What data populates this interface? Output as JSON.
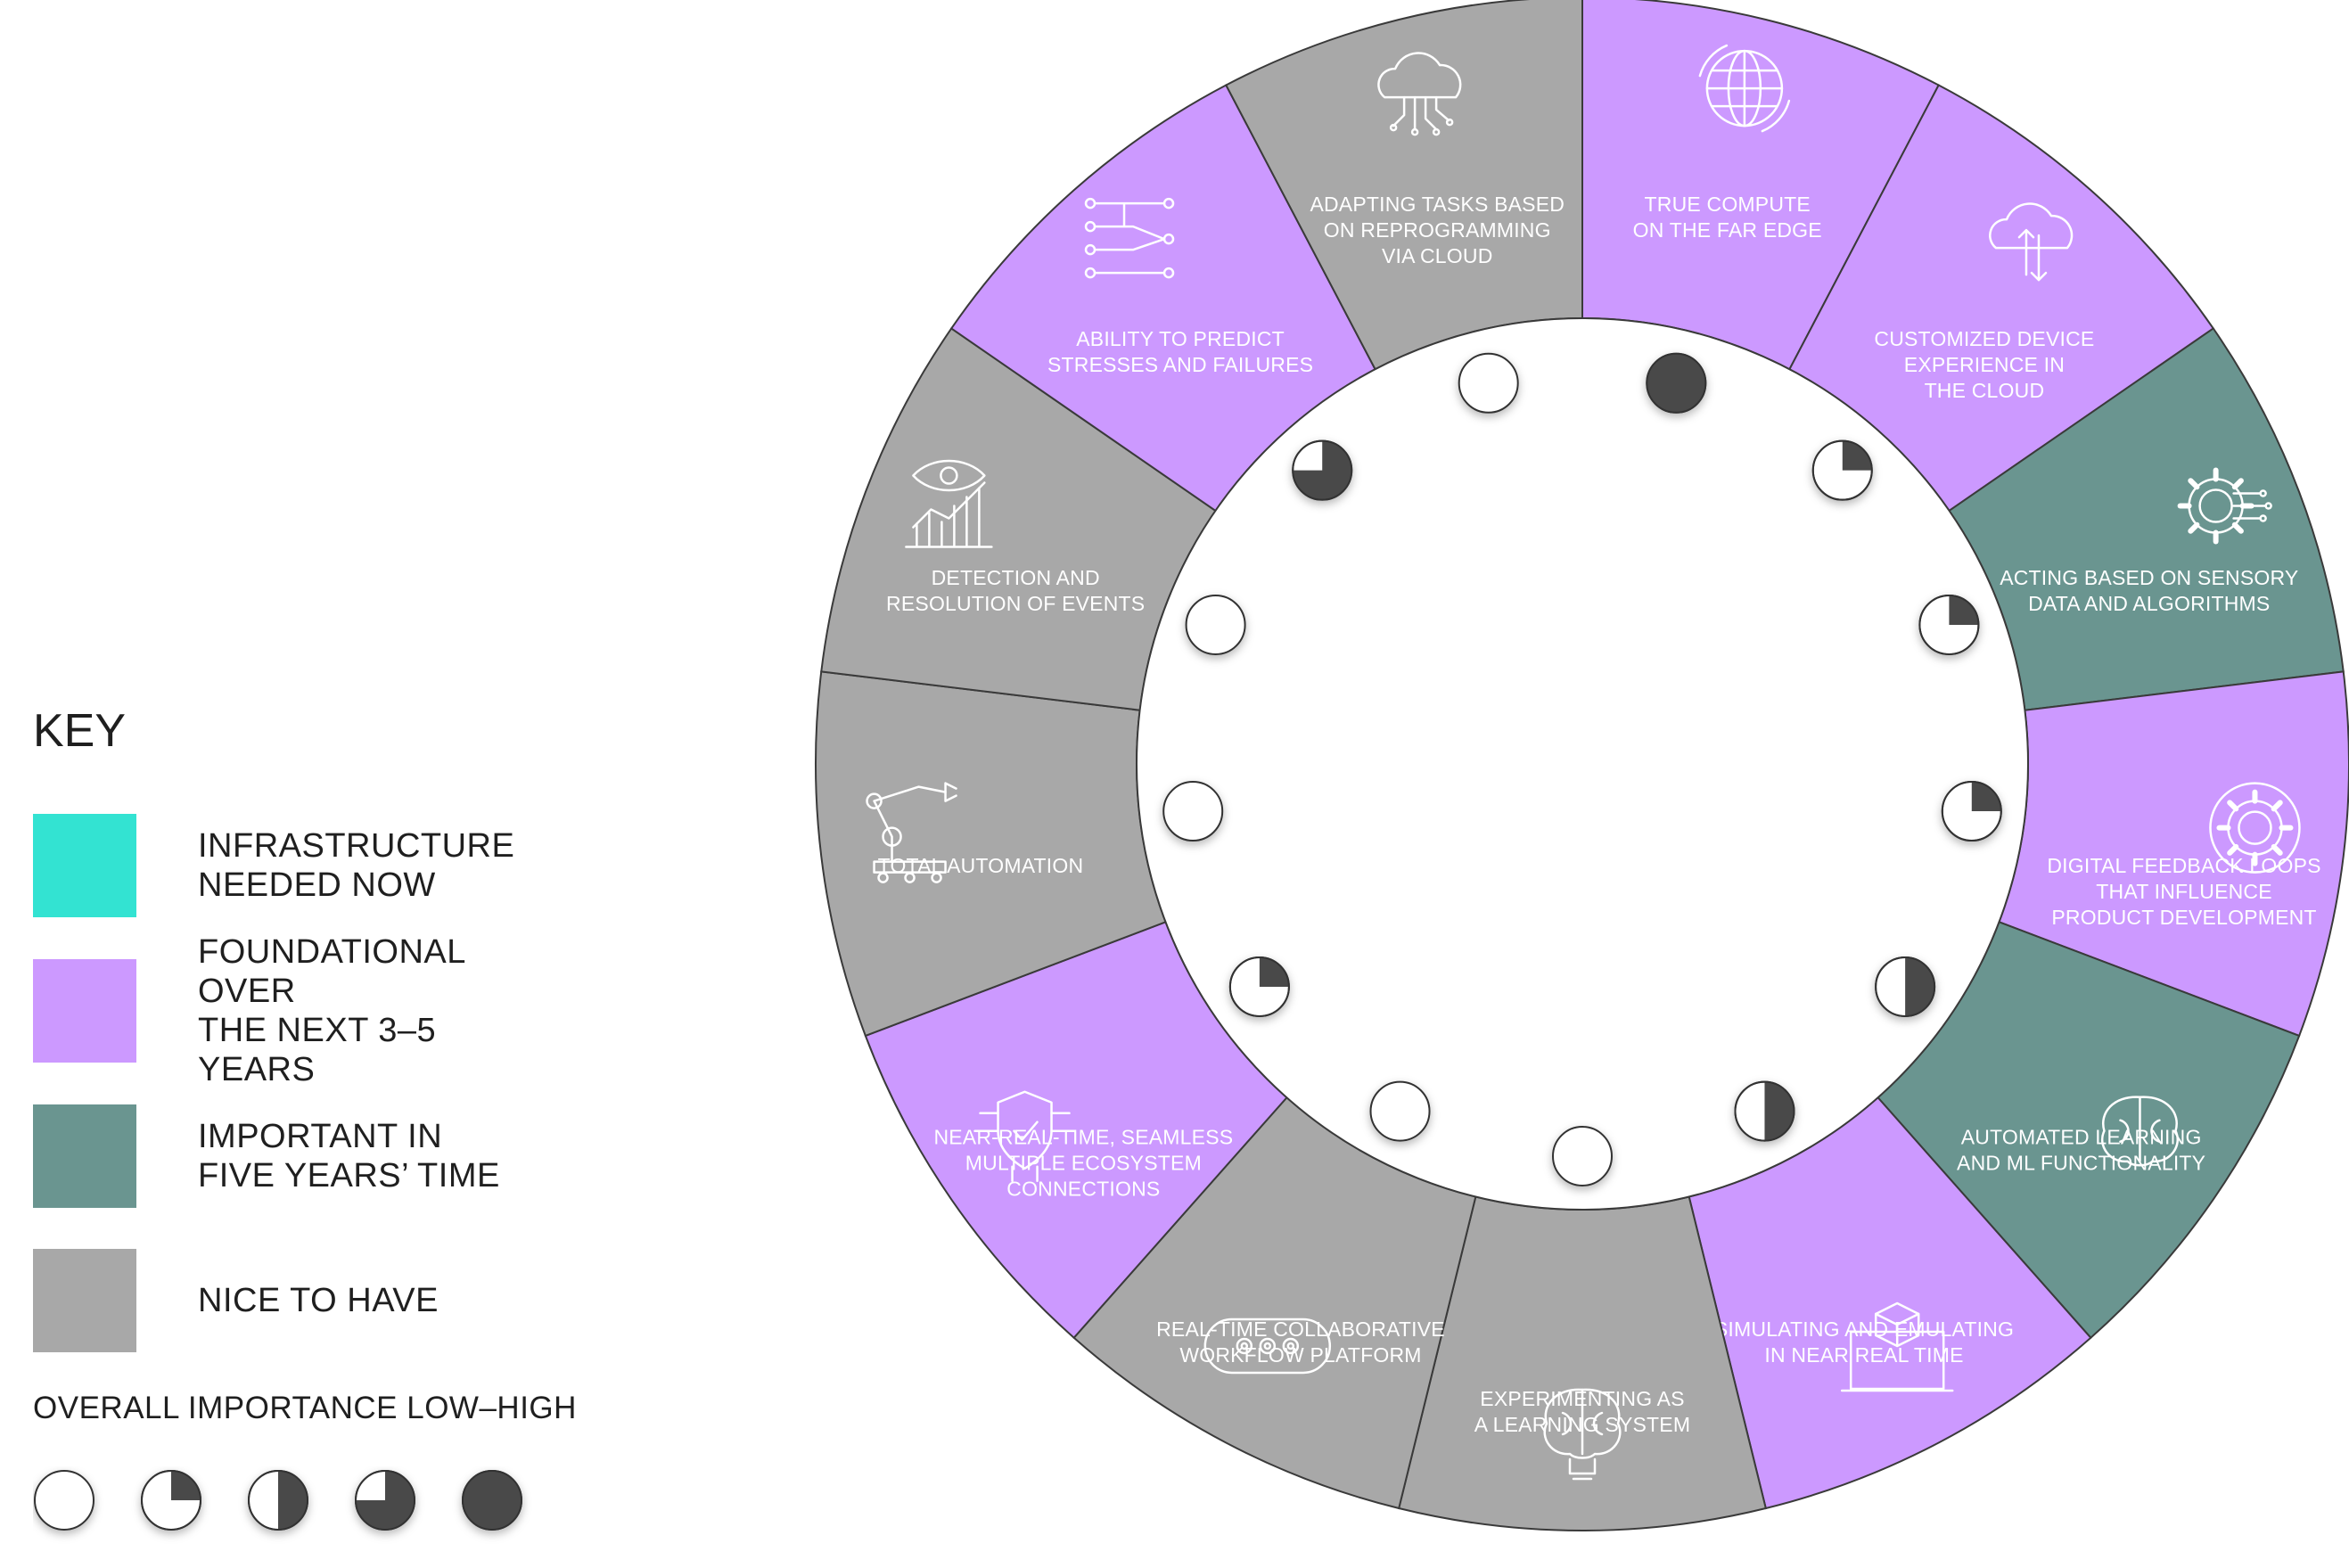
{
  "colors": {
    "infrastructure": "#33e3d2",
    "foundational": "#cc99ff",
    "important": "#6a9590",
    "nice": "#a8a8a8",
    "indicator_fill": "#4a4a4a",
    "indicator_bg": "#ffffff"
  },
  "key": {
    "title": "KEY",
    "items": [
      {
        "id": "infrastructure",
        "label": "INFRASTRUCTURE\nNEEDED NOW"
      },
      {
        "id": "foundational",
        "label": "FOUNDATIONAL OVER\nTHE NEXT 3–5 YEARS"
      },
      {
        "id": "important",
        "label": "IMPORTANT IN\nFIVE YEARS’ TIME"
      },
      {
        "id": "nice",
        "label": "NICE TO HAVE"
      }
    ],
    "importance_title": "OVERALL IMPORTANCE LOW–HIGH",
    "importance_levels": [
      0,
      0.25,
      0.5,
      0.75,
      1
    ]
  },
  "segments": [
    {
      "label": [
        "TRUE COMPUTE",
        "ON THE FAR EDGE"
      ],
      "category": "foundational",
      "icon": "globe-icon",
      "importance": 1
    },
    {
      "label": [
        "CUSTOMIZED  DEVICE",
        "EXPERIENCE IN",
        "THE CLOUD"
      ],
      "category": "foundational",
      "icon": "cloud-sync-icon",
      "importance": 0.25
    },
    {
      "label": [
        "ACTING BASED ON SENSORY",
        "DATA AND ALGORITHMS"
      ],
      "category": "important",
      "icon": "gear-circuit-icon",
      "importance": 0.25
    },
    {
      "label": [
        "DIGITAL FEEDBACK LOOPS",
        "THAT INFLUENCE",
        "PRODUCT DEVELOPMENT"
      ],
      "category": "foundational",
      "icon": "gear-loop-icon",
      "importance": 0.25
    },
    {
      "label": [
        "AUTOMATED LEARNING",
        "AND ML FUNCTIONALITY"
      ],
      "category": "important",
      "icon": "brain-icon",
      "importance": 0.5
    },
    {
      "label": [
        "SIMULATING AND EMULATING",
        "IN NEAR REAL TIME"
      ],
      "category": "foundational",
      "icon": "laptop-cube-icon",
      "importance": 0.5
    },
    {
      "label": [
        "EXPERIMENTING AS",
        "A LEARNING SYSTEM"
      ],
      "category": "nice",
      "icon": "lightbulb-brain-icon",
      "importance": 0
    },
    {
      "label": [
        "REAL-TIME COLLABORATIVE",
        "WORKFLOW PLATFORM"
      ],
      "category": "nice",
      "icon": "workflow-gears-icon",
      "importance": 0
    },
    {
      "label": [
        "NEAR-REAL-TIME, SEAMLESS",
        "MULTIPLE  ECOSYSTEM",
        "CONNECTIONS"
      ],
      "category": "foundational",
      "icon": "shield-network-icon",
      "importance": 0.25
    },
    {
      "label": [
        "TOTAL AUTOMATION"
      ],
      "category": "nice",
      "icon": "robot-arm-icon",
      "importance": 0
    },
    {
      "label": [
        "DETECTION AND",
        "RESOLUTION OF EVENTS"
      ],
      "category": "nice",
      "icon": "eye-chart-icon",
      "importance": 0
    },
    {
      "label": [
        "ABILITY TO PREDICT",
        "STRESSES AND FAILURES"
      ],
      "category": "foundational",
      "icon": "branch-nodes-icon",
      "importance": 0.75
    },
    {
      "label": [
        "ADAPTING TASKS BASED",
        "ON REPROGRAMMING",
        "VIA CLOUD"
      ],
      "category": "nice",
      "icon": "cloud-circuit-icon",
      "importance": 0
    }
  ]
}
